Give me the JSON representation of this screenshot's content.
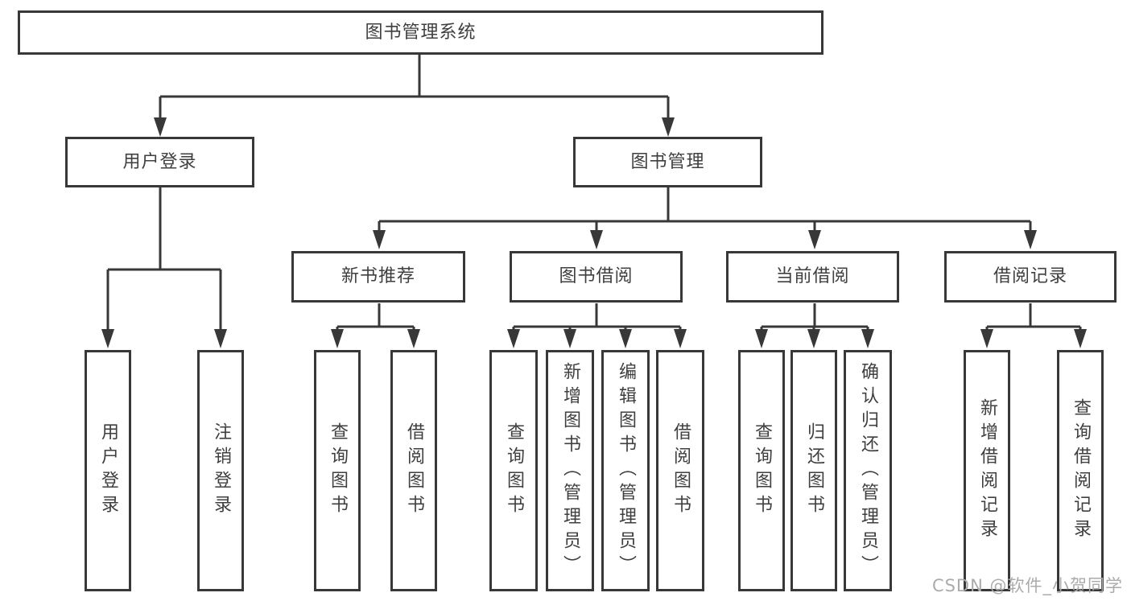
{
  "nodes": {
    "root": "图书管理系统",
    "level2": {
      "user_login": "用户登录",
      "book_mgmt": "图书管理"
    },
    "level3": {
      "new_book_rec": "新书推荐",
      "book_borrow": "图书借阅",
      "current_borrow": "当前借阅",
      "borrow_records": "借阅记录"
    },
    "level4": {
      "user_login": {
        "login": "用户登录",
        "logout": "注销登录"
      },
      "new_book_rec": {
        "query_books": "查询图书",
        "borrow_books": "借阅图书"
      },
      "book_borrow": {
        "query_books": "查询图书",
        "add_books": "新增图书（管理员）",
        "edit_books": "编辑图书（管理员）",
        "borrow_books": "借阅图书"
      },
      "current_borrow": {
        "query_books": "查询图书",
        "return_books": "归还图书",
        "confirm_return": "确认归还（管理员）"
      },
      "borrow_records": {
        "add_record": "新增借阅记录",
        "query_record": "查询借阅记录"
      }
    }
  },
  "watermark": "CSDN @软件_小贺同学",
  "colors": {
    "line": "#383838",
    "text": "#3f3f3f",
    "watermark": "#ababab",
    "background": "#ffffff"
  }
}
